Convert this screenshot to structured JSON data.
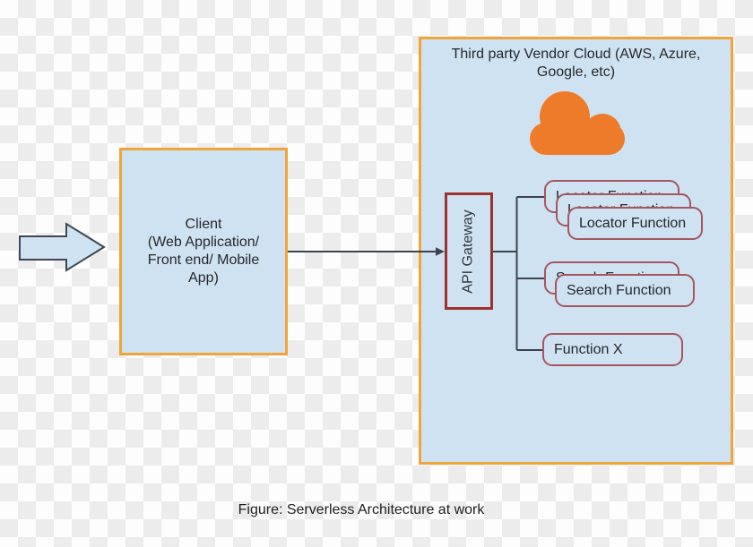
{
  "caption": "Figure: Serverless Architecture at work",
  "client": {
    "lines": [
      "Client",
      "(Web Application/",
      "Front end/ Mobile",
      "App)"
    ]
  },
  "vendor": {
    "title_lines": [
      "Third party Vendor Cloud (AWS, Azure,",
      "Google, etc)"
    ]
  },
  "api_gateway": {
    "label": "API Gateway"
  },
  "functions": {
    "locator": {
      "label": "Locator Function"
    },
    "search": {
      "label": "Search Function"
    },
    "x": {
      "label": "Function X"
    }
  },
  "colors": {
    "box_fill": "#cfe2f2",
    "orange_border": "#efa43c",
    "gateway_border": "#9f302b",
    "function_border": "#a5565c",
    "cloud_orange": "#ee7b2a",
    "connector_line": "#3d434d",
    "checker_gray": "#ececec",
    "checker_white": "#fdfdfd"
  }
}
